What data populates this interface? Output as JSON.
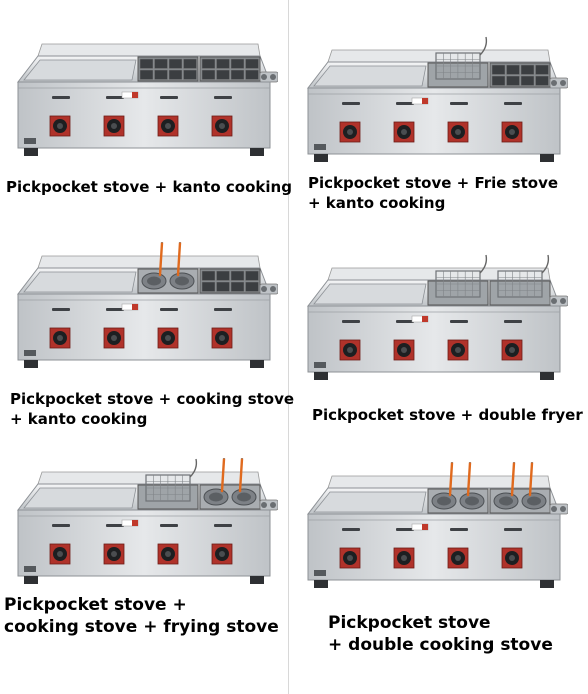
{
  "products": [
    {
      "id": "griddle-kanto",
      "caption_lines": [
        "Pickpocket stove + kanto cooking"
      ],
      "modules": [
        "kanto",
        "kanto"
      ]
    },
    {
      "id": "griddle-fryer-kanto",
      "caption_lines": [
        "Pickpocket stove + Frie stove",
        "+ kanto cooking"
      ],
      "modules": [
        "fryer",
        "kanto"
      ]
    },
    {
      "id": "griddle-cooker-kanto",
      "caption_lines": [
        "Pickpocket stove + cooking stove",
        " + kanto cooking"
      ],
      "modules": [
        "cooker",
        "kanto"
      ]
    },
    {
      "id": "griddle-double-fryer",
      "caption_lines": [
        "Pickpocket stove + double fryer"
      ],
      "modules": [
        "fryer",
        "fryer"
      ]
    },
    {
      "id": "griddle-cooker-fryer",
      "caption_lines": [
        "Pickpocket stove +",
        "cooking stove + frying stove"
      ],
      "modules": [
        "fryer",
        "cooker"
      ]
    },
    {
      "id": "griddle-double-cooker",
      "caption_lines": [
        "Pickpocket stove",
        " + double cooking stove"
      ],
      "modules": [
        "cooker",
        "cooker"
      ]
    }
  ],
  "colors": {
    "steel_light": "#e6e8ea",
    "steel_mid": "#bfc3c7",
    "steel_dark": "#8a8f94",
    "knob_plate": "#b0322a",
    "handle": "#e06a1e"
  }
}
